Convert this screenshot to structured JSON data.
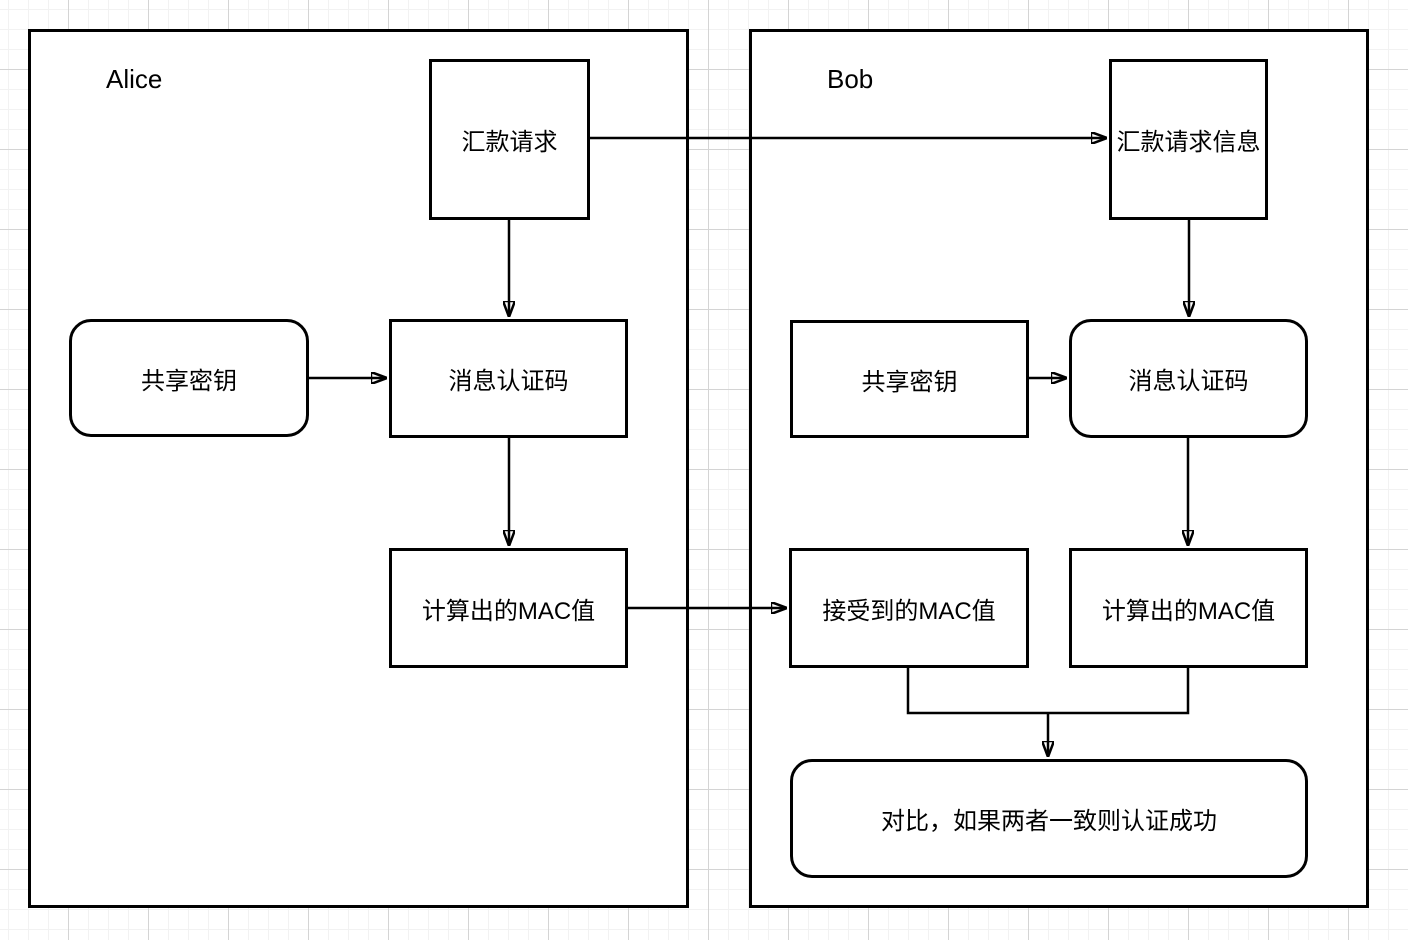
{
  "alice": {
    "title": "Alice",
    "nodes": {
      "remittance_request": "汇款请求",
      "shared_key": "共享密钥",
      "mac_code": "消息认证码",
      "calculated_mac": "计算出的MAC值"
    }
  },
  "bob": {
    "title": "Bob",
    "nodes": {
      "remittance_request_info": "汇款请求信息",
      "shared_key": "共享密钥",
      "mac_code": "消息认证码",
      "received_mac": "接受到的MAC值",
      "calculated_mac": "计算出的MAC值",
      "comparison": "对比，如果两者一致则认证成功"
    }
  },
  "colors": {
    "stroke": "#000000",
    "node_fill": "#ffffff",
    "text": "#000000",
    "grid_minor": "#f2f2f2",
    "grid_major": "#d4d4d4"
  }
}
